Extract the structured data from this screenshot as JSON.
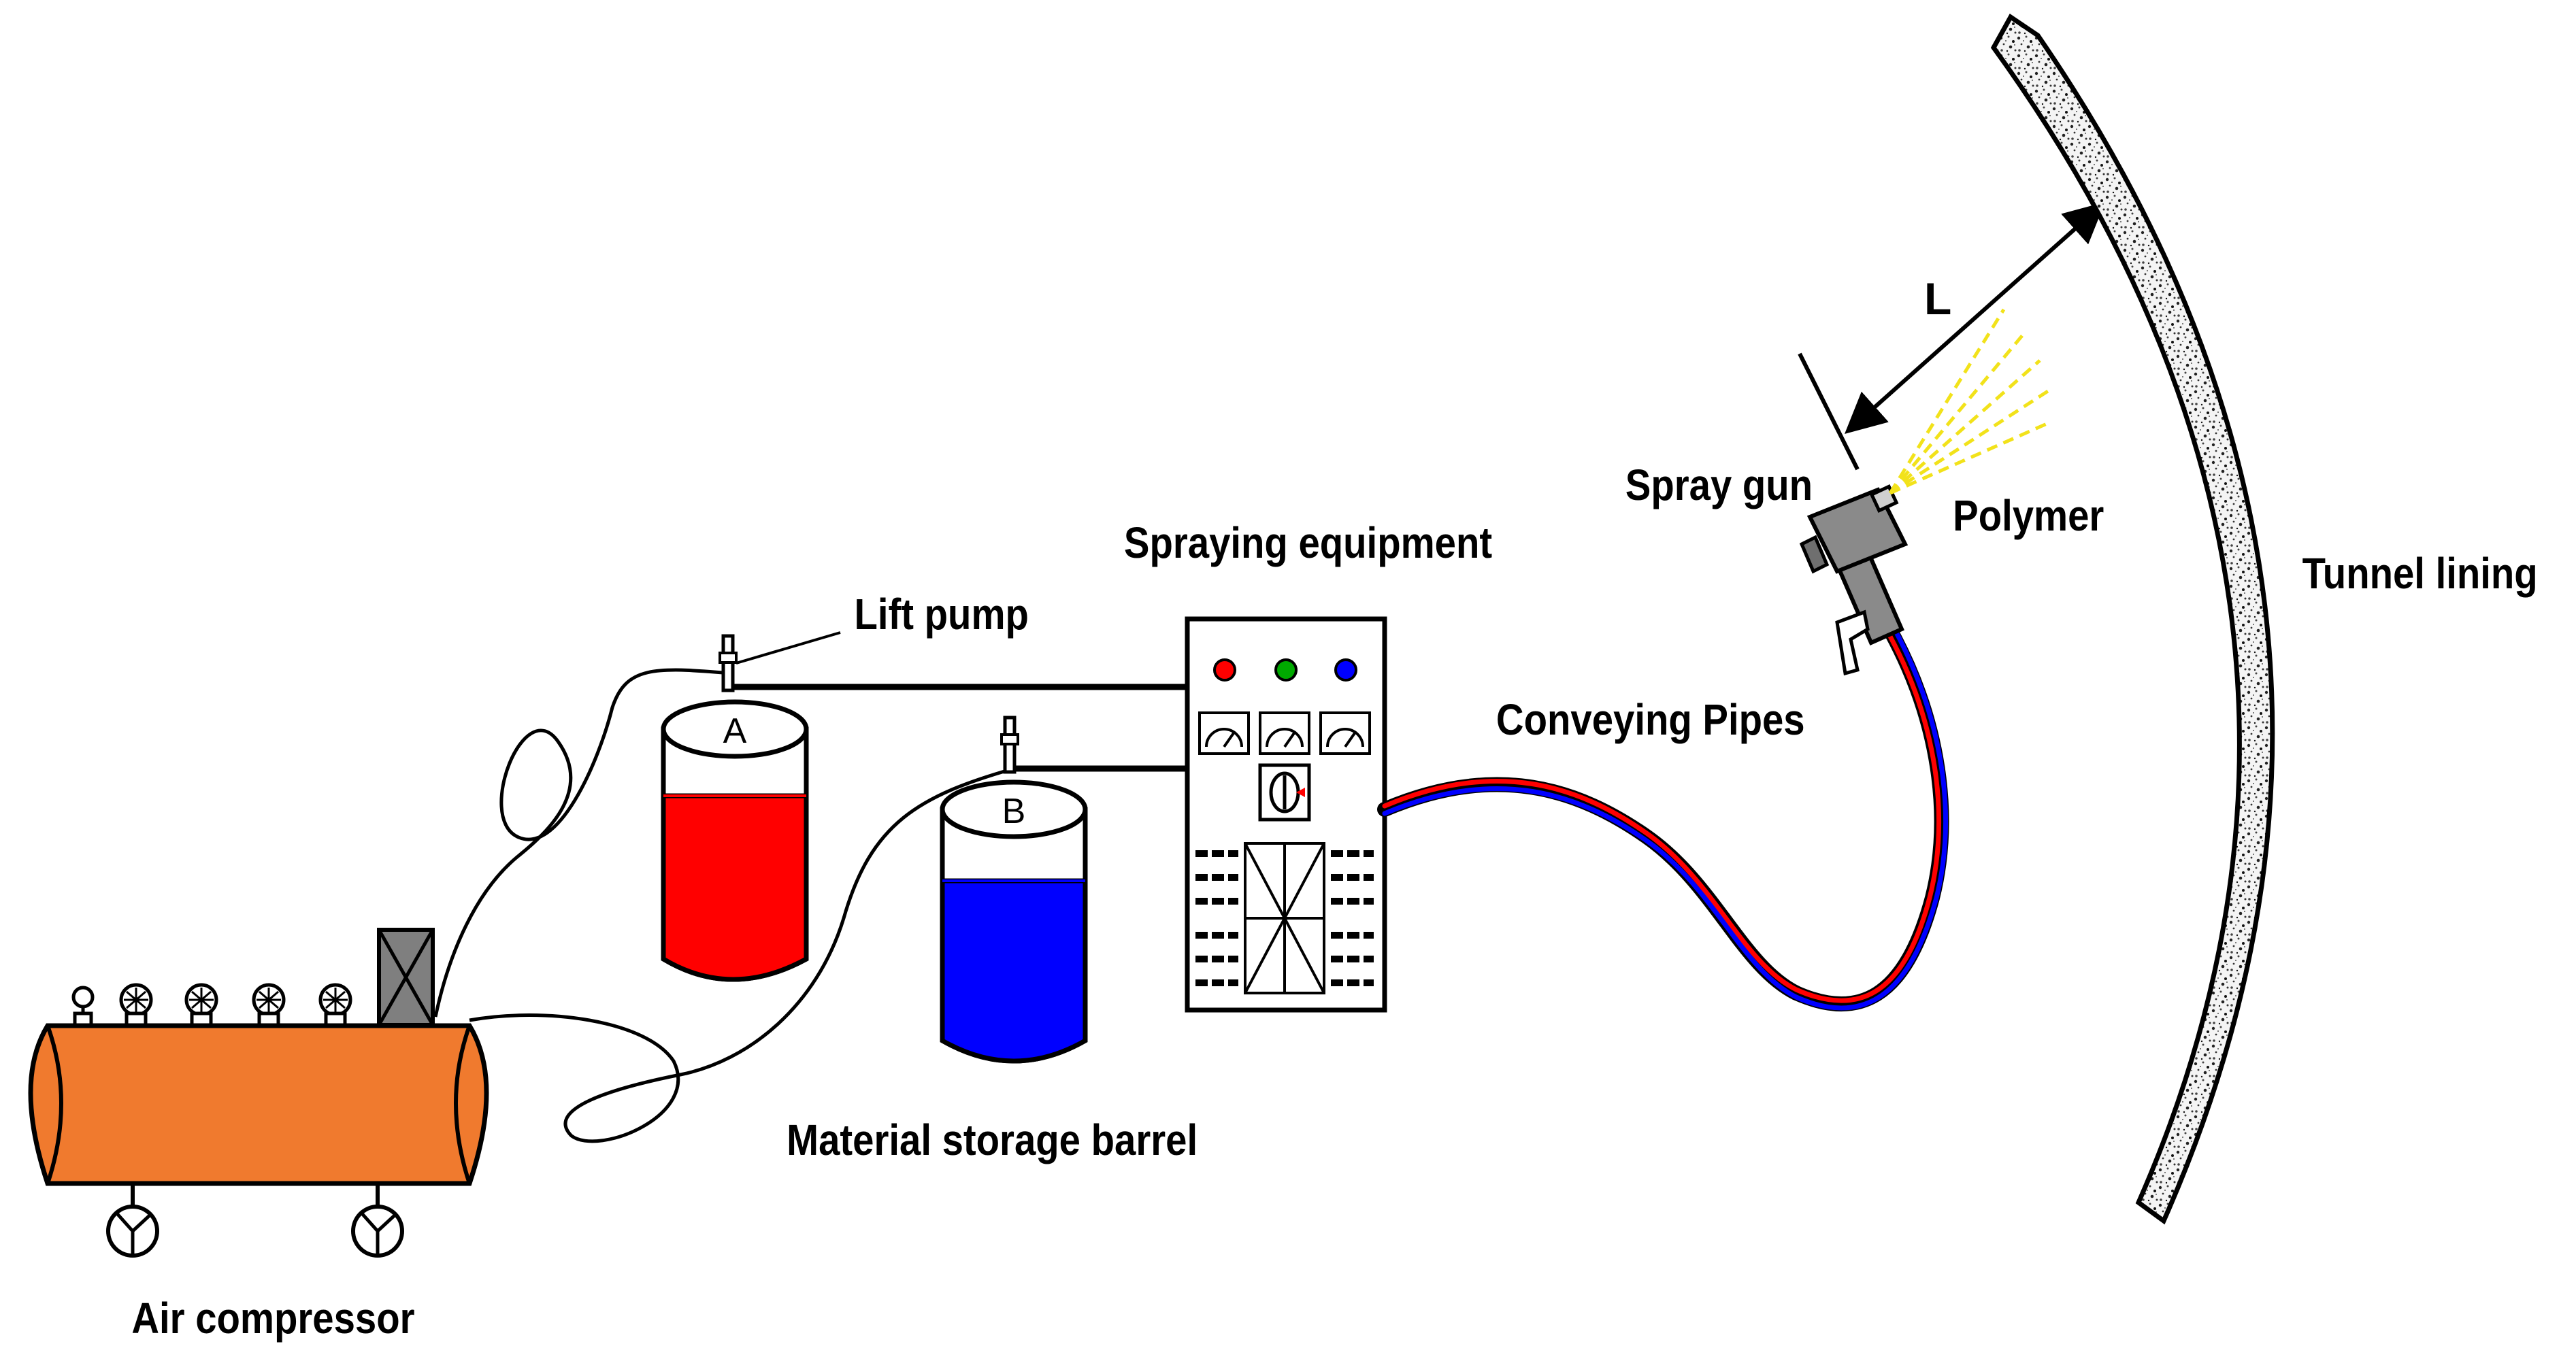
{
  "labels": {
    "air_compressor": "Air compressor",
    "material_storage_barrel": "Material storage barrel",
    "lift_pump": "Lift pump",
    "spraying_equipment": "Spraying equipment",
    "conveying_pipes": "Conveying Pipes",
    "spray_gun": "Spray gun",
    "polymer": "Polymer",
    "tunnel_lining": "Tunnel lining",
    "distance": "L"
  },
  "barrels": [
    {
      "letter": "A",
      "fill_color": "#ff0000"
    },
    {
      "letter": "B",
      "fill_color": "#0000ff"
    }
  ],
  "colors": {
    "compressor_body": "#f07a2e",
    "barrel_a": "#ff0000",
    "barrel_b": "#0000ff",
    "indicator_red": "#ff0000",
    "indicator_green": "#00aa00",
    "indicator_blue": "#0000ff",
    "spray_mist": "#f2e21a",
    "gun_body": "#8a8a8a",
    "lining_fill": "#d9d9d9"
  }
}
